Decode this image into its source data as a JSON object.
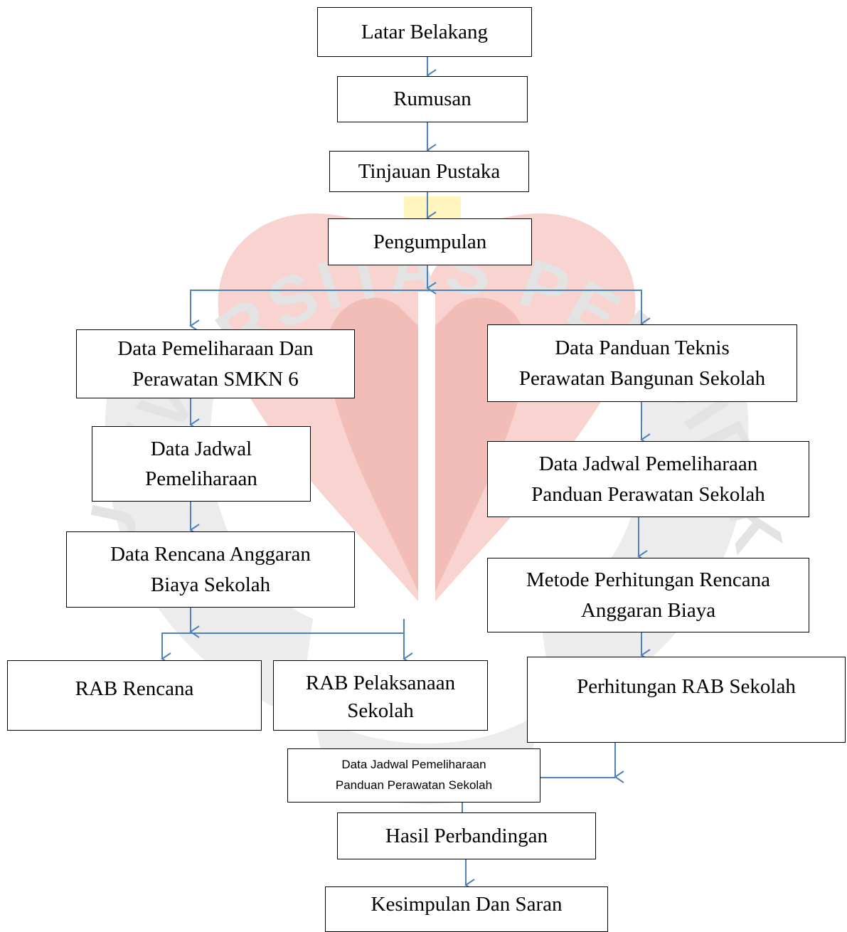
{
  "diagram": {
    "nodes": {
      "latar_belakang": "Latar Belakang",
      "rumusan": "Rumusan",
      "tinjauan_pustaka": "Tinjauan Pustaka",
      "pengumpulan": "Pengumpulan",
      "data_pemeliharaan_smkn6": "Data Pemeliharaan Dan\nPerawatan SMKN 6",
      "data_panduan_teknis": "Data Panduan Teknis\nPerawatan Bangunan Sekolah",
      "data_jadwal_pemeliharaan": "Data Jadwal\nPemeliharaan",
      "data_jadwal_panduan": "Data Jadwal Pemeliharaan\nPanduan Perawatan Sekolah",
      "data_rab_sekolah": "Data Rencana Anggaran\nBiaya Sekolah",
      "metode_perhitungan": "Metode Perhitungan Rencana\nAnggaran Biaya",
      "rab_rencana": "RAB Rencana",
      "rab_pelaksanaan": "RAB Pelaksanaan\nSekolah",
      "perhitungan_rab": "Perhitungan RAB Sekolah",
      "data_jadwal_panduan_small": "Data Jadwal Pemeliharaan\nPanduan Perawatan Sekolah",
      "hasil_perbandingan": "Hasil Perbandingan",
      "kesimpulan_saran": "Kesimpulan Dan Saran"
    },
    "watermark": {
      "text": "UNIVERSITAS PENDIDIKAN INDONESIA",
      "colors": {
        "text": "#e3e3e3",
        "red": "#f8d3cf",
        "red_dark": "#f2bdb6",
        "yellow": "#fff6bf",
        "grey": "#ececec"
      }
    },
    "colors": {
      "arrow": "#4f81bd",
      "border": "#000000"
    }
  }
}
